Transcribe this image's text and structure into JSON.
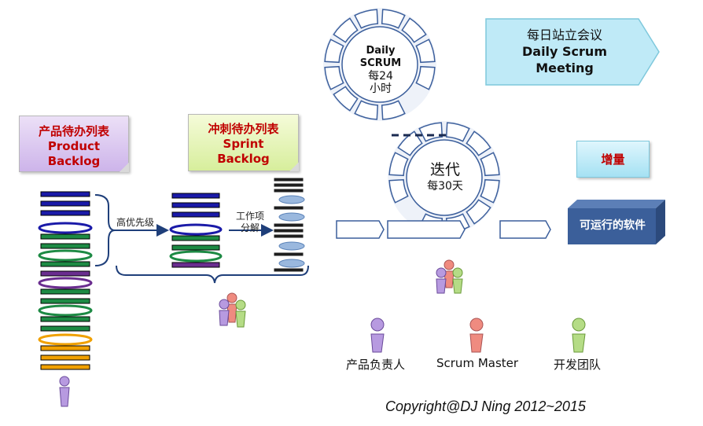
{
  "product_backlog": {
    "line1": "产品待办列表",
    "line2": "Product",
    "line3": "Backlog"
  },
  "sprint_backlog": {
    "line1": "冲刺待办列表",
    "line2": "Sprint",
    "line3": "Backlog"
  },
  "labels": {
    "priority": "高优先级",
    "decompose_line1": "工作项",
    "decompose_line2": "分解"
  },
  "daily_cycle": {
    "line1": "Daily",
    "line2": "SCRUM",
    "line3": "每24",
    "line4": "小时"
  },
  "sprint_cycle": {
    "line1": "迭代",
    "line2": "每30天"
  },
  "meeting": {
    "line1": "每日站立会议",
    "line2": "Daily Scrum",
    "line3": "Meeting"
  },
  "increment": "增量",
  "software": "可运行的软件",
  "legend": {
    "owner": "产品负责人",
    "master": "Scrum Master",
    "team": "开发团队"
  },
  "copyright": "Copyright@DJ Ning 2012~2015",
  "colors": {
    "blue": "#1a1aa8",
    "green": "#1d8a44",
    "purple": "#6a2d8f",
    "orange": "#f0a000",
    "owner": "#b79ae0",
    "master": "#ef8b80",
    "team": "#b5dc86",
    "box": "#3b5f9a"
  }
}
